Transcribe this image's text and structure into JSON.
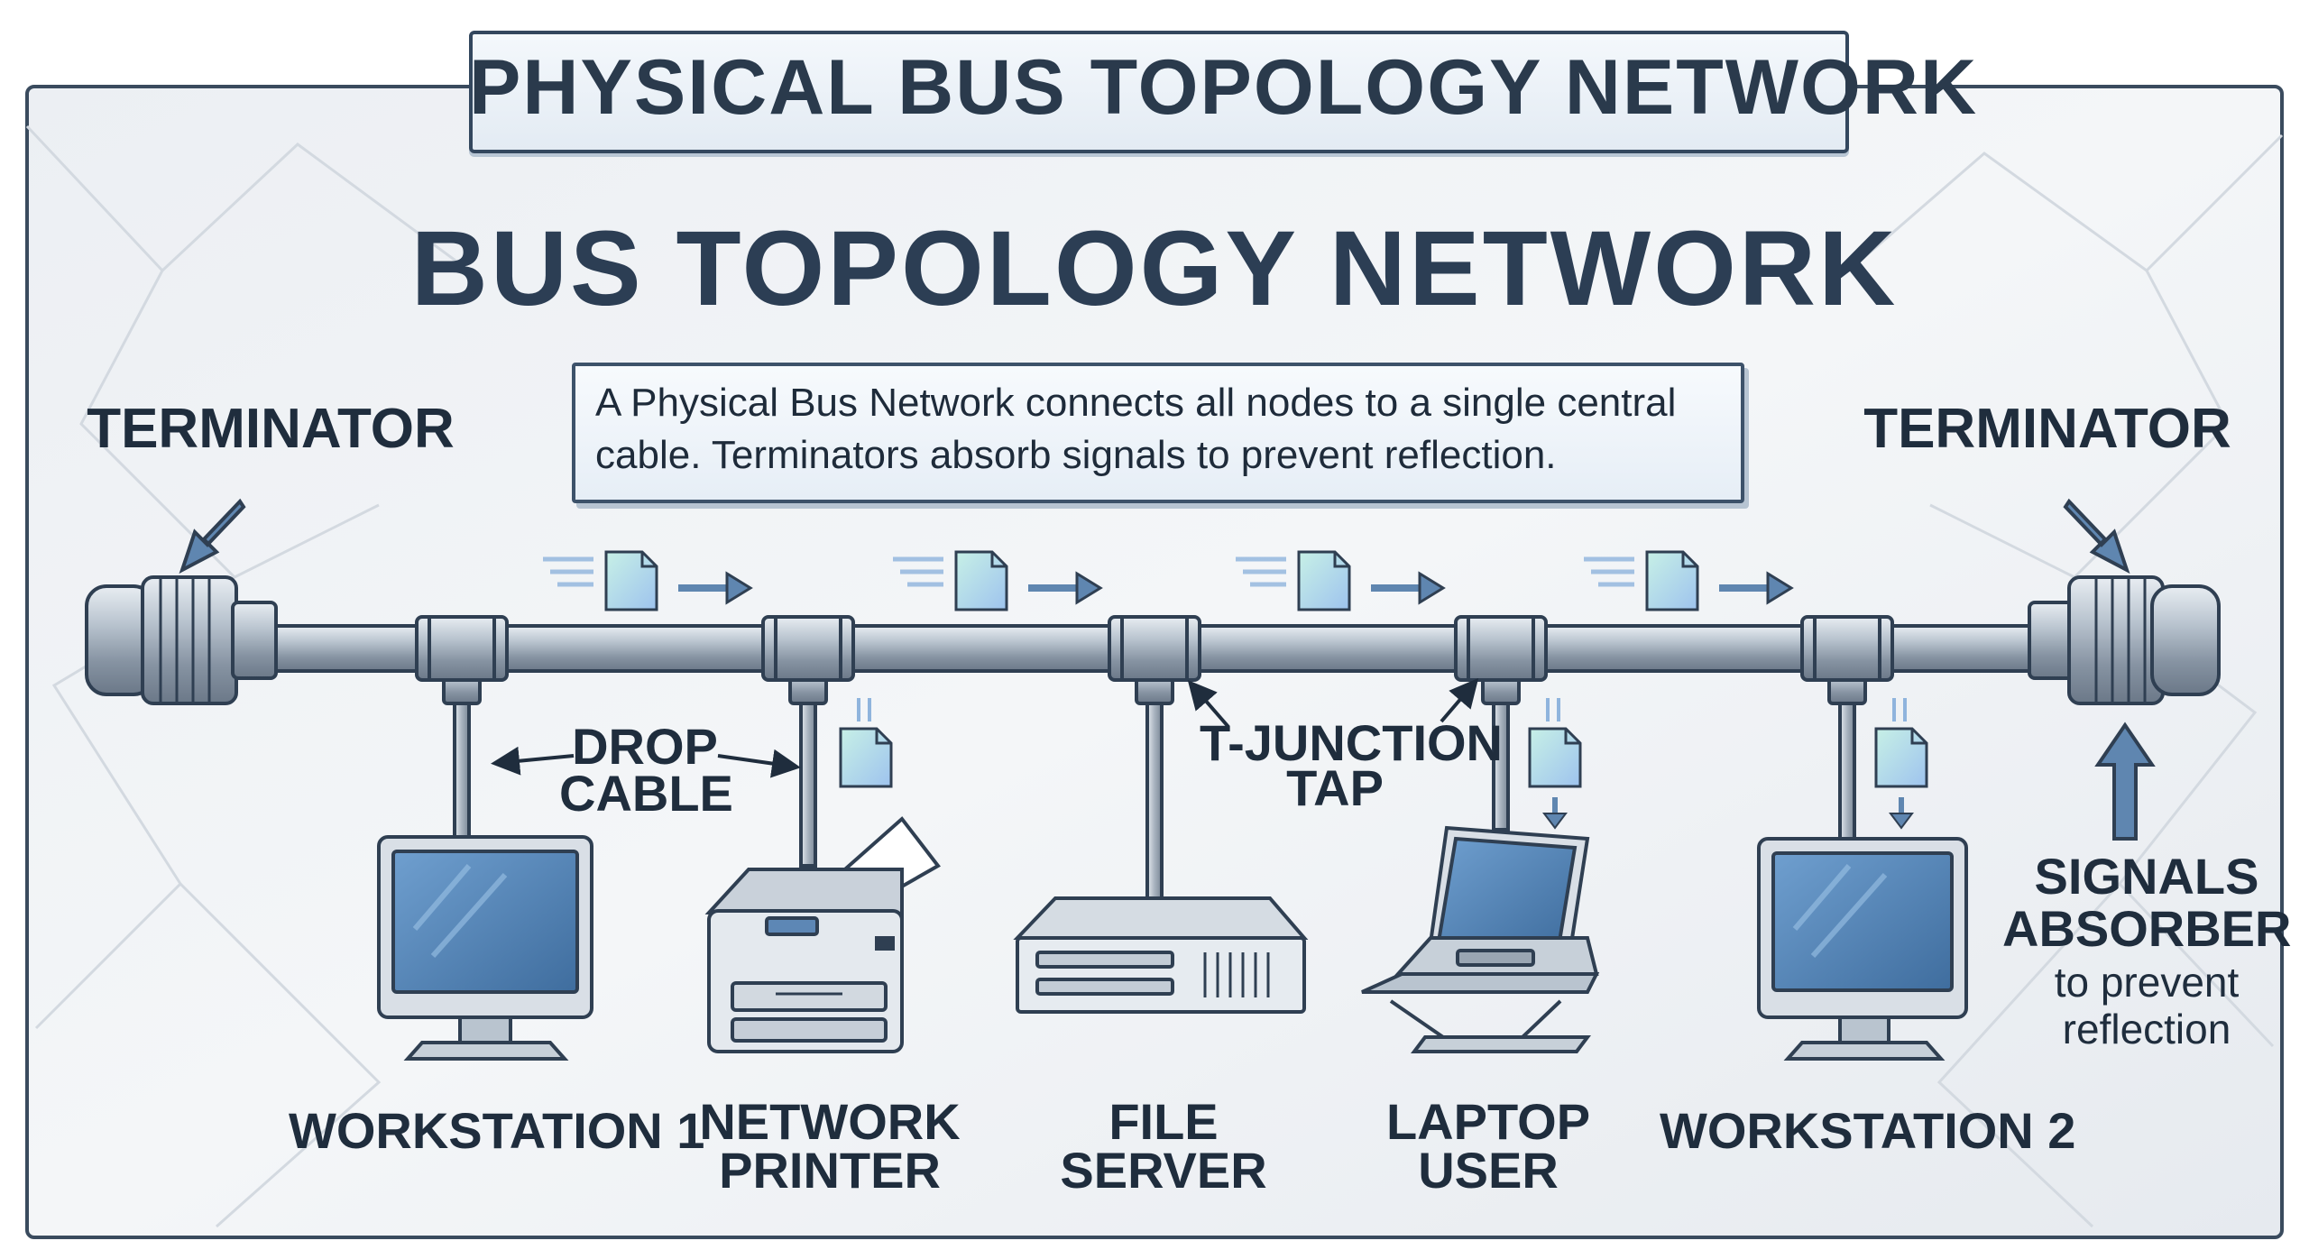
{
  "header": {
    "title": "PHYSICAL BUS TOPOLOGY NETWORK"
  },
  "main_title": "BUS TOPOLOGY NETWORK",
  "description": "A Physical Bus Network connects all nodes to a single central cable. Terminators absorb signals to prevent reflection.",
  "terminators": {
    "left_label": "TERMINATOR",
    "right_label": "TERMINATOR"
  },
  "callouts": {
    "drop_cable_line1": "DROP",
    "drop_cable_line2": "CABLE",
    "t_junction_line1": "T-JUNCTION",
    "t_junction_line2": "TAP",
    "absorber_line1": "SIGNALS",
    "absorber_line2": "ABSORBER",
    "absorber_line3": "to prevent",
    "absorber_line4": "reflection"
  },
  "nodes": [
    {
      "type": "workstation",
      "label_line1": "WORKSTATION 1",
      "label_line2": ""
    },
    {
      "type": "printer",
      "label_line1": "NETWORK",
      "label_line2": "PRINTER"
    },
    {
      "type": "server",
      "label_line1": "FILE",
      "label_line2": "SERVER"
    },
    {
      "type": "laptop",
      "label_line1": "LAPTOP",
      "label_line2": "USER"
    },
    {
      "type": "workstation",
      "label_line1": "WORKSTATION 2",
      "label_line2": ""
    }
  ],
  "colors": {
    "cable": "#8a97a6",
    "outline": "#2f3f52",
    "packet": "#a8e6e0",
    "arrow": "#5f86b0",
    "screen": "#4d7fb3"
  },
  "icons": [
    "terminator-icon",
    "packet-icon",
    "monitor-icon",
    "printer-icon",
    "server-icon",
    "laptop-icon",
    "arrow-icon"
  ]
}
